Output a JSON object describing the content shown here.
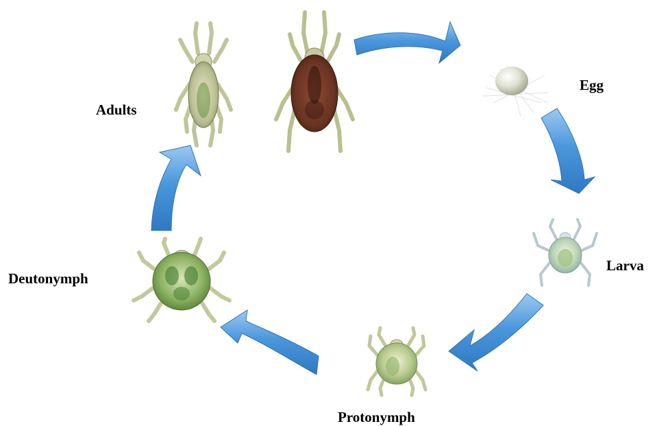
{
  "diagram": {
    "stages": [
      {
        "id": "egg",
        "label": "Egg",
        "icon": "egg-icon"
      },
      {
        "id": "larva",
        "label": "Larva",
        "icon": "larva-mite-icon"
      },
      {
        "id": "protonymph",
        "label": "Protonymph",
        "icon": "protonymph-mite-icon"
      },
      {
        "id": "deutonymph",
        "label": "Deutonymph",
        "icon": "deutonymph-mite-icon"
      },
      {
        "id": "adults",
        "label": "Adults",
        "icon": "adult-mite-icon"
      }
    ],
    "cycle_direction": "clockwise",
    "arrow_color": "#3d8fd6",
    "arrow_highlight": "#8fc3f0",
    "mite_colors": {
      "adult_male_body": "#c7c9a2",
      "adult_female_body": "#6a3322",
      "nymph_body": "#6a9c48",
      "larva_body": "#c9d7de",
      "legs": "#b9bf8e"
    }
  }
}
